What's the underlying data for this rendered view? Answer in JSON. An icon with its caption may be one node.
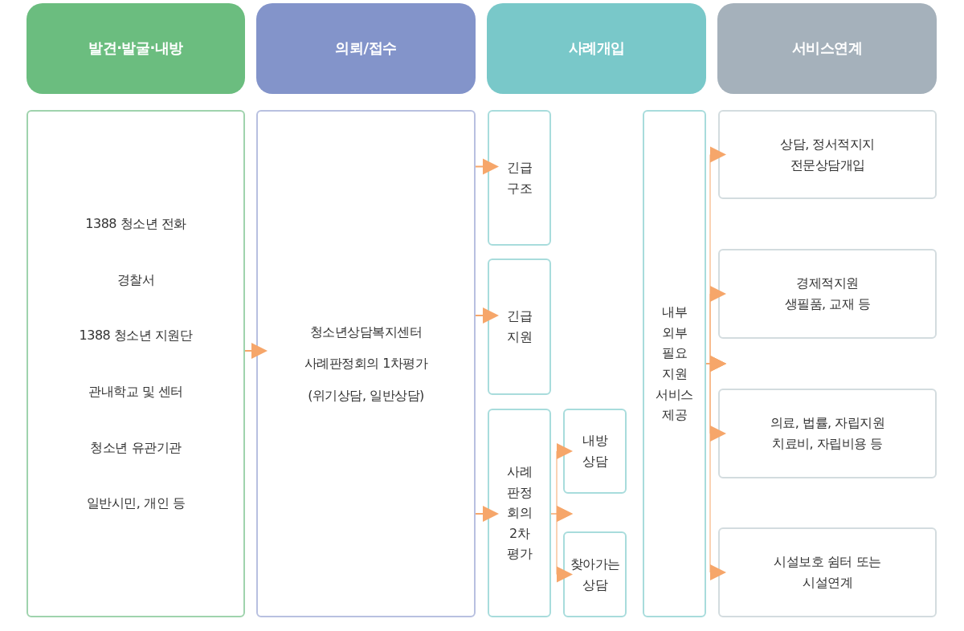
{
  "diagram": {
    "nodes": [
      {
        "text": [
          "발견·발굴·내방"
        ]
      },
      {
        "text": [
          "의뢰/접수"
        ]
      },
      {
        "text": [
          "사례개입"
        ]
      },
      {
        "text": [
          "서비스연계"
        ]
      },
      {
        "text": [
          "1388 청소년 전화",
          "경찰서",
          "1388 청소년 지원단",
          "관내학교 및 센터",
          "청소년 유관기관",
          "일반시민, 개인 등"
        ]
      },
      {
        "text": [
          "청소년상담복지센터",
          "사례판정회의 1차평가",
          "(위기상담, 일반상담)"
        ]
      },
      {
        "text": [
          "긴급 구조"
        ]
      },
      {
        "text": [
          "긴급 지원"
        ]
      },
      {
        "text": [
          "사례 판정 회의 2차 평가"
        ]
      },
      {
        "text": [
          "내방 상담"
        ]
      },
      {
        "text": [
          "찾아가는 상담"
        ]
      },
      {
        "text": [
          "내부 외부 필요 지원 서비스 제공"
        ]
      },
      {
        "text": [
          "상담, 정서적지지 전문상담개입"
        ]
      },
      {
        "text": [
          "경제적지원 생필품, 교재 등"
        ]
      },
      {
        "text": [
          "의료, 법률, 자립지원 치료비, 자립비용 등"
        ]
      },
      {
        "text": [
          "시설보호 쉼터 또는 시설연계"
        ]
      }
    ],
    "edges": [
      {
        "from": 4,
        "to": 5,
        "arrow": "to"
      },
      {
        "from": 5,
        "to": 6,
        "arrow": "to"
      },
      {
        "from": 5,
        "to": 7,
        "arrow": "to"
      },
      {
        "from": 5,
        "to": 8,
        "arrow": "to"
      },
      {
        "from": 8,
        "to": 9,
        "arrow": "to"
      },
      {
        "from": 8,
        "to": 10,
        "arrow": "to"
      },
      {
        "from": 11,
        "to": 12,
        "arrow": "to"
      },
      {
        "from": 11,
        "to": 13,
        "arrow": "to"
      },
      {
        "from": 11,
        "to": 14,
        "arrow": "to"
      },
      {
        "from": 11,
        "to": 15,
        "arrow": "to"
      }
    ]
  }
}
